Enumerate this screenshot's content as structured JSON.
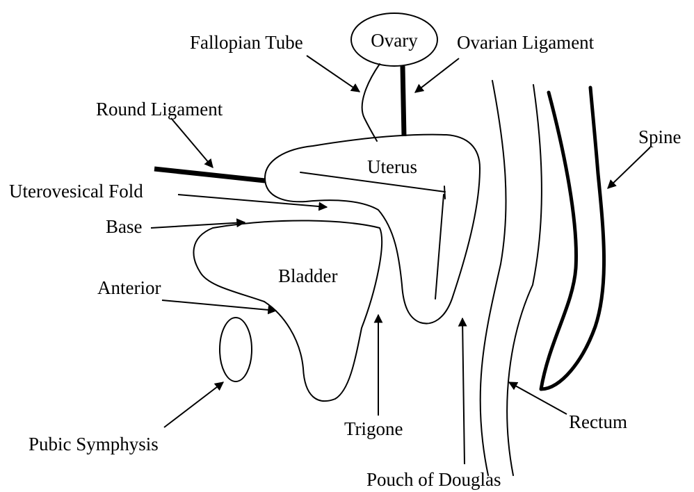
{
  "labels": {
    "ovary": "Ovary",
    "fallopian_tube": "Fallopian Tube",
    "ovarian_ligament": "Ovarian Ligament",
    "round_ligament": "Round Ligament",
    "uterus": "Uterus",
    "spine": "Spine",
    "uterovesical_fold": "Uterovesical Fold",
    "base": "Base",
    "bladder": "Bladder",
    "anterior": "Anterior",
    "pubic_symphysis": "Pubic Symphysis",
    "trigone": "Trigone",
    "rectum": "Rectum",
    "pouch_of_douglas": "Pouch of Douglas"
  }
}
